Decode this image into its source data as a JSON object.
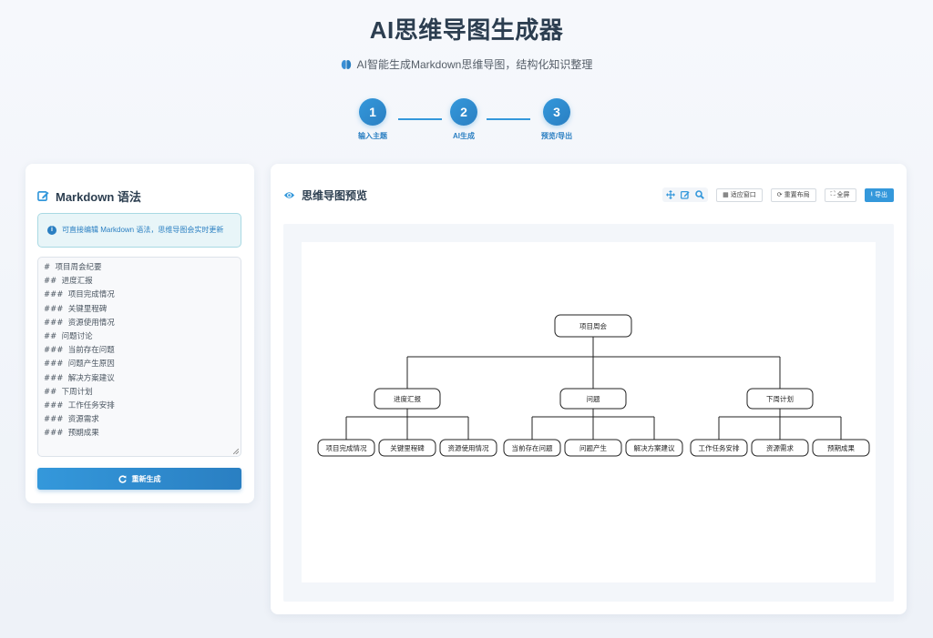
{
  "header": {
    "title": "AI思维导图生成器",
    "subtitle": "AI智能生成Markdown思维导图，结构化知识整理",
    "subtitle_icon": "brain-icon"
  },
  "steps": [
    {
      "number": "1",
      "label": "输入主题"
    },
    {
      "number": "2",
      "label": "AI生成"
    },
    {
      "number": "3",
      "label": "预览/导出"
    }
  ],
  "editor_panel": {
    "title": "Markdown 语法",
    "title_icon": "edit-icon",
    "info": "可直接编辑 Markdown 语法，思维导图会实时更新",
    "lines": [
      "# 项目周会纪要",
      "## 进度汇报",
      "### 项目完成情况",
      "### 关键里程碑",
      "### 资源使用情况",
      "## 问题讨论",
      "### 当前存在问题",
      "### 问题产生原因",
      "### 解决方案建议",
      "## 下周计划",
      "### 工作任务安排",
      "### 资源需求",
      "### 预期成果"
    ],
    "regenerate_label": "重新生成"
  },
  "preview_panel": {
    "title": "思维导图预览",
    "title_icon": "eye-icon",
    "toolbar": {
      "icons": [
        "move-icon",
        "edit-icon",
        "zoom-icon"
      ],
      "fit_label": "适应窗口",
      "relayout_label": "重置布局",
      "fullscreen_label": "全屏",
      "export_label": "导出"
    }
  },
  "mindmap": {
    "root": "项目周会",
    "branches": [
      {
        "label": "进度汇报",
        "children": [
          "项目完成情况",
          "关键里程碑",
          "资源使用情况"
        ]
      },
      {
        "label": "问题",
        "children": [
          "当前存在问题",
          "问题产生",
          "解决方案建议"
        ]
      },
      {
        "label": "下周计划",
        "children": [
          "工作任务安排",
          "资源需求",
          "预期成果"
        ]
      }
    ]
  },
  "colors": {
    "accent": "#3498db",
    "accent_dark": "#2a7fc2",
    "title": "#2c3e50",
    "info_bg": "#e8f5f8"
  }
}
